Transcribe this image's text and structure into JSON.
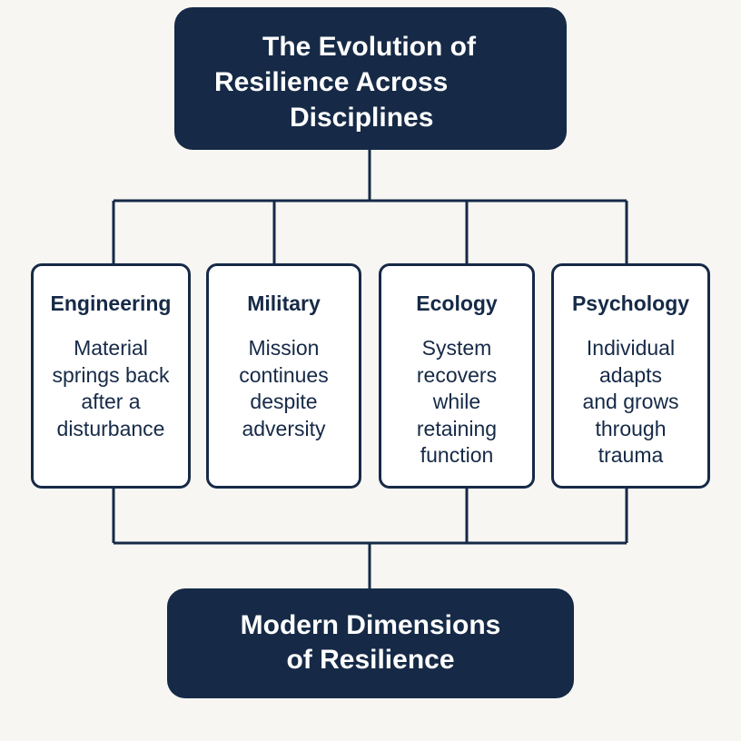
{
  "top": {
    "title_lines": [
      "The Evolution of",
      "Resilience Across",
      "Disciplines"
    ]
  },
  "disciplines": [
    {
      "title": "Engineering",
      "description": "Material\nsprings back\nafter a\ndisturbance"
    },
    {
      "title": "Military",
      "description": "Mission\ncontinues\ndespite\nadversity"
    },
    {
      "title": "Ecology",
      "description": "System\nrecovers\nwhile\nretaining\nfunction"
    },
    {
      "title": "Psychology",
      "description": "Individual\nadapts\nand grows\nthrough\ntrauma"
    }
  ],
  "bottom": {
    "title": "Modern Dimensions\nof Resilience"
  },
  "colors": {
    "box_fill": "#162a47",
    "line": "#162a47",
    "background": "#f7f6f3",
    "card_fill": "#ffffff"
  }
}
